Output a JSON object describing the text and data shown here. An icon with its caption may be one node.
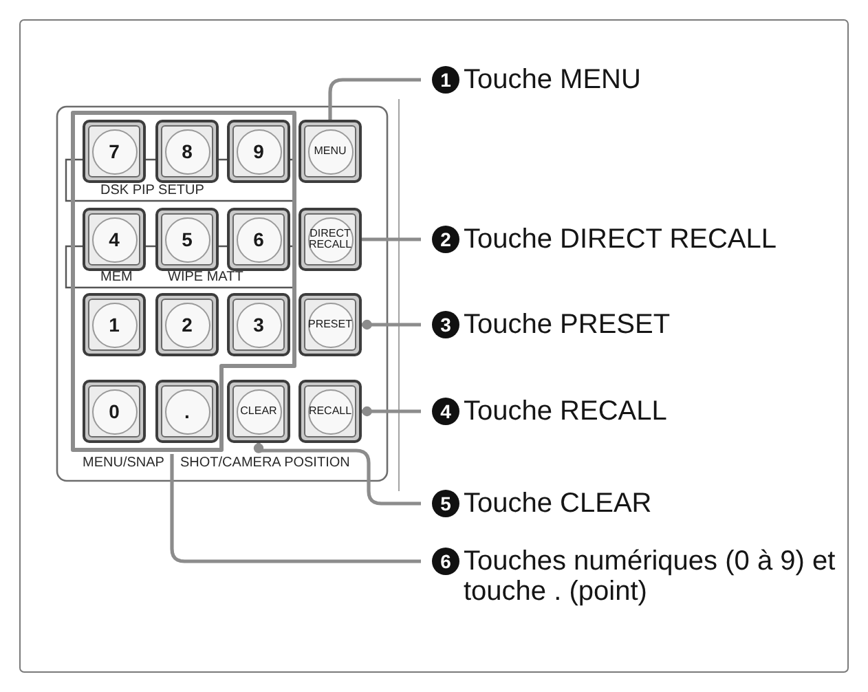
{
  "diagram": {
    "nodes": [
      {
        "text": [],
        "shape": "box"
      },
      {
        "text": [
          "7"
        ],
        "in": 0
      },
      {
        "text": [
          "8"
        ],
        "in": 0
      },
      {
        "text": [
          "9"
        ],
        "in": 0
      },
      {
        "text": [
          "MENU"
        ]
      },
      {
        "text": [
          "4"
        ],
        "in": 0
      },
      {
        "text": [
          "5"
        ],
        "in": 0
      },
      {
        "text": [
          "6"
        ],
        "in": 0
      },
      {
        "text": [
          "DIRECT RECALL"
        ]
      },
      {
        "text": [
          "1"
        ],
        "in": 0
      },
      {
        "text": [
          "2"
        ],
        "in": 0
      },
      {
        "text": [
          "3"
        ],
        "in": 0
      },
      {
        "text": [
          "PRESET"
        ]
      },
      {
        "text": [
          "0"
        ],
        "in": 0
      },
      {
        "text": [
          "."
        ],
        "in": 0
      },
      {
        "text": [
          "CLEAR"
        ]
      },
      {
        "text": [
          "RECALL"
        ]
      },
      {
        "text": [
          "1",
          "Touche MENU"
        ]
      },
      {
        "text": [
          "2",
          "Touche DIRECT RECALL"
        ]
      },
      {
        "text": [
          "3",
          "Touche PRESET"
        ]
      },
      {
        "text": [
          "4",
          "Touche RECALL"
        ]
      },
      {
        "text": [
          "5",
          "Touche CLEAR"
        ]
      },
      {
        "text": [
          "6",
          "Touches numériques (0 à 9) et touche . (point)"
        ]
      }
    ],
    "edges": [
      {
        "from": 17,
        "to": 4,
        "arrow": "none"
      },
      {
        "from": 18,
        "to": 8,
        "arrow": "none"
      },
      {
        "from": 19,
        "to": 12,
        "arrow": "other"
      },
      {
        "from": 20,
        "to": 16,
        "arrow": "other"
      },
      {
        "from": 21,
        "to": 15,
        "arrow": "other"
      },
      {
        "from": 22,
        "to": 0,
        "arrow": "none"
      }
    ],
    "labels": [
      "DSK PIP SETUP",
      "MEM",
      "WIPE MATT",
      "MENU/SNAP",
      "SHOT/CAMERA POSITION"
    ]
  }
}
